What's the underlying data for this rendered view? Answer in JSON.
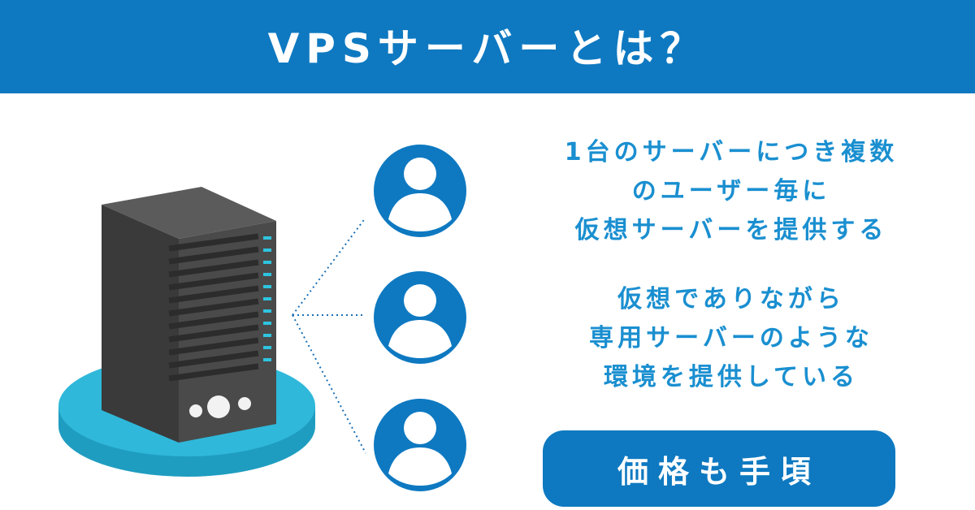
{
  "header": {
    "title": "VPSサーバーとは？"
  },
  "description": {
    "block1": [
      "1台のサーバーにつき複数",
      "のユーザー毎に",
      "仮想サーバーを提供する"
    ],
    "block2": [
      "仮想でありながら",
      "専用サーバーのような",
      "環境を提供している"
    ]
  },
  "badge": {
    "label": "価格も手頃"
  },
  "icons": {
    "server": "server-tower-icon",
    "user": "user-icon"
  },
  "colors": {
    "header_bg": "#0e79c1",
    "text_blue": "#1a8fd0",
    "platform": "#29b3d6",
    "server_body": "#4a4a4a",
    "server_led": "#2ec4e0"
  }
}
